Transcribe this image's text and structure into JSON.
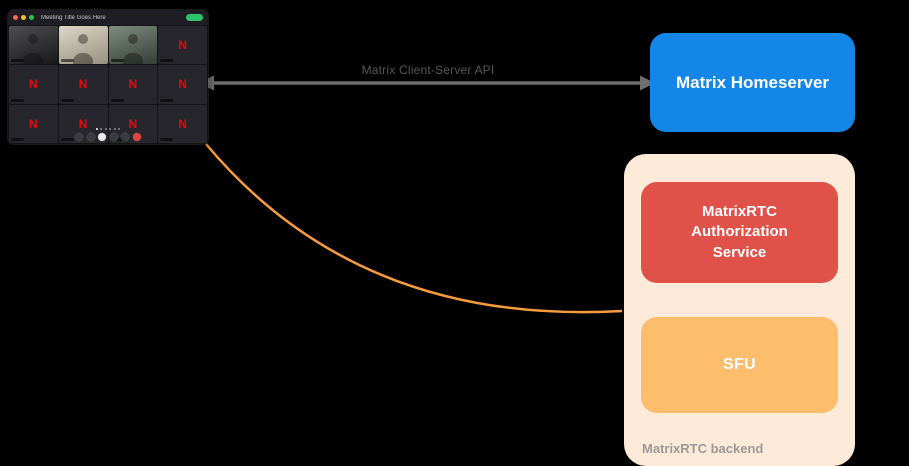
{
  "page": {
    "background": "#000000"
  },
  "call_window": {
    "title": "Meeting Title Goes Here",
    "avatar_letter": "N"
  },
  "arrow": {
    "label": "Matrix Client-Server API",
    "color": "#6e6e6e",
    "label_color": "#565656"
  },
  "homeserver": {
    "label": "Matrix Homeserver",
    "color": "#1486e8",
    "text_color": "#ffffff"
  },
  "backend": {
    "label": "MatrixRTC backend",
    "label_color": "#9a9a9a",
    "container_color": "#fdead9",
    "auth_service": {
      "label": "MatrixRTC Authorization Service",
      "color": "#e0514a",
      "text_color": "#ffffff"
    },
    "sfu": {
      "label": "SFU",
      "color": "#fcbd6d",
      "text_color": "#ffffff"
    }
  },
  "connector": {
    "color": "#f79b3d"
  }
}
